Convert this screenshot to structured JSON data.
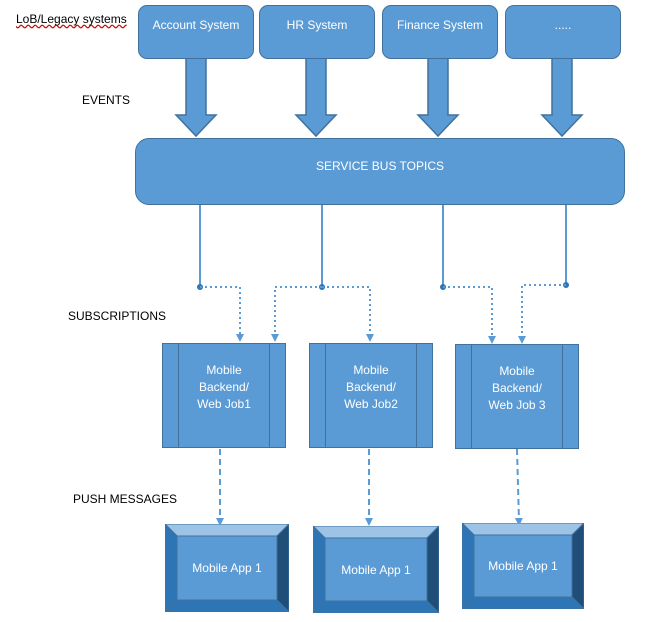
{
  "labels": {
    "lob": "LoB/Legacy systems",
    "events": "EVENTS",
    "subscriptions": "SUBSCRIPTIONS",
    "push_messages": "PUSH MESSAGES"
  },
  "systems": [
    "Account System",
    "HR System",
    "Finance System",
    "....."
  ],
  "service_bus": "SERVICE BUS TOPICS",
  "jobs": [
    "Mobile\nBackend/\nWeb Job1",
    "Mobile\nBackend/\nWeb Job2",
    "Mobile\nBackend/\nWeb Job 3"
  ],
  "apps": [
    "Mobile App 1",
    "Mobile App 1",
    "Mobile App 1"
  ],
  "colors": {
    "box_fill": "#5b9bd5",
    "box_border": "#41719c",
    "app_light": "#9dc3e6",
    "app_dark": "#2e75b6",
    "app_darker": "#1f4e79"
  }
}
